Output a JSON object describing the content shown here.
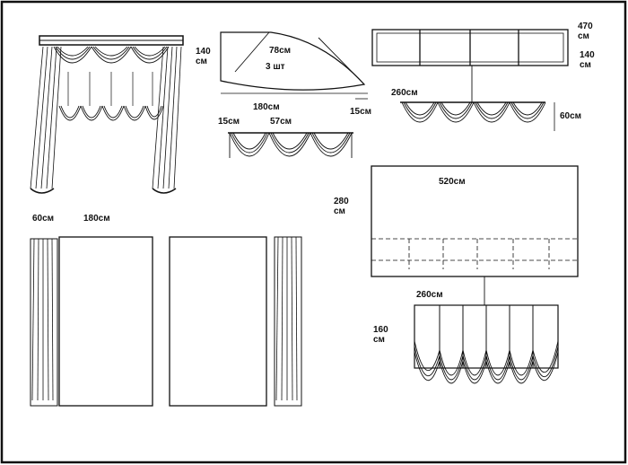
{
  "labels": {
    "pelmet_height": "140",
    "pelmet_height_unit": "см",
    "sector_top": "78см",
    "sector_qty": "3 шт",
    "sector_width": "180см",
    "sector_side": "15см",
    "swag_overlap": "15см",
    "swag_width": "57см",
    "frame_width": "470",
    "frame_width_unit": "см",
    "frame_height": "140",
    "frame_height_unit": "см",
    "valance_width": "260см",
    "valance_height": "60см",
    "side_panel_width": "60см",
    "main_panel_width": "180см",
    "big_panel_width": "520см",
    "big_panel_height": "280",
    "big_panel_height_unit": "см",
    "austrian_width": "260см",
    "austrian_height": "160",
    "austrian_height_unit": "см"
  },
  "colors": {
    "ink": "#111111",
    "paper": "#ffffff"
  }
}
